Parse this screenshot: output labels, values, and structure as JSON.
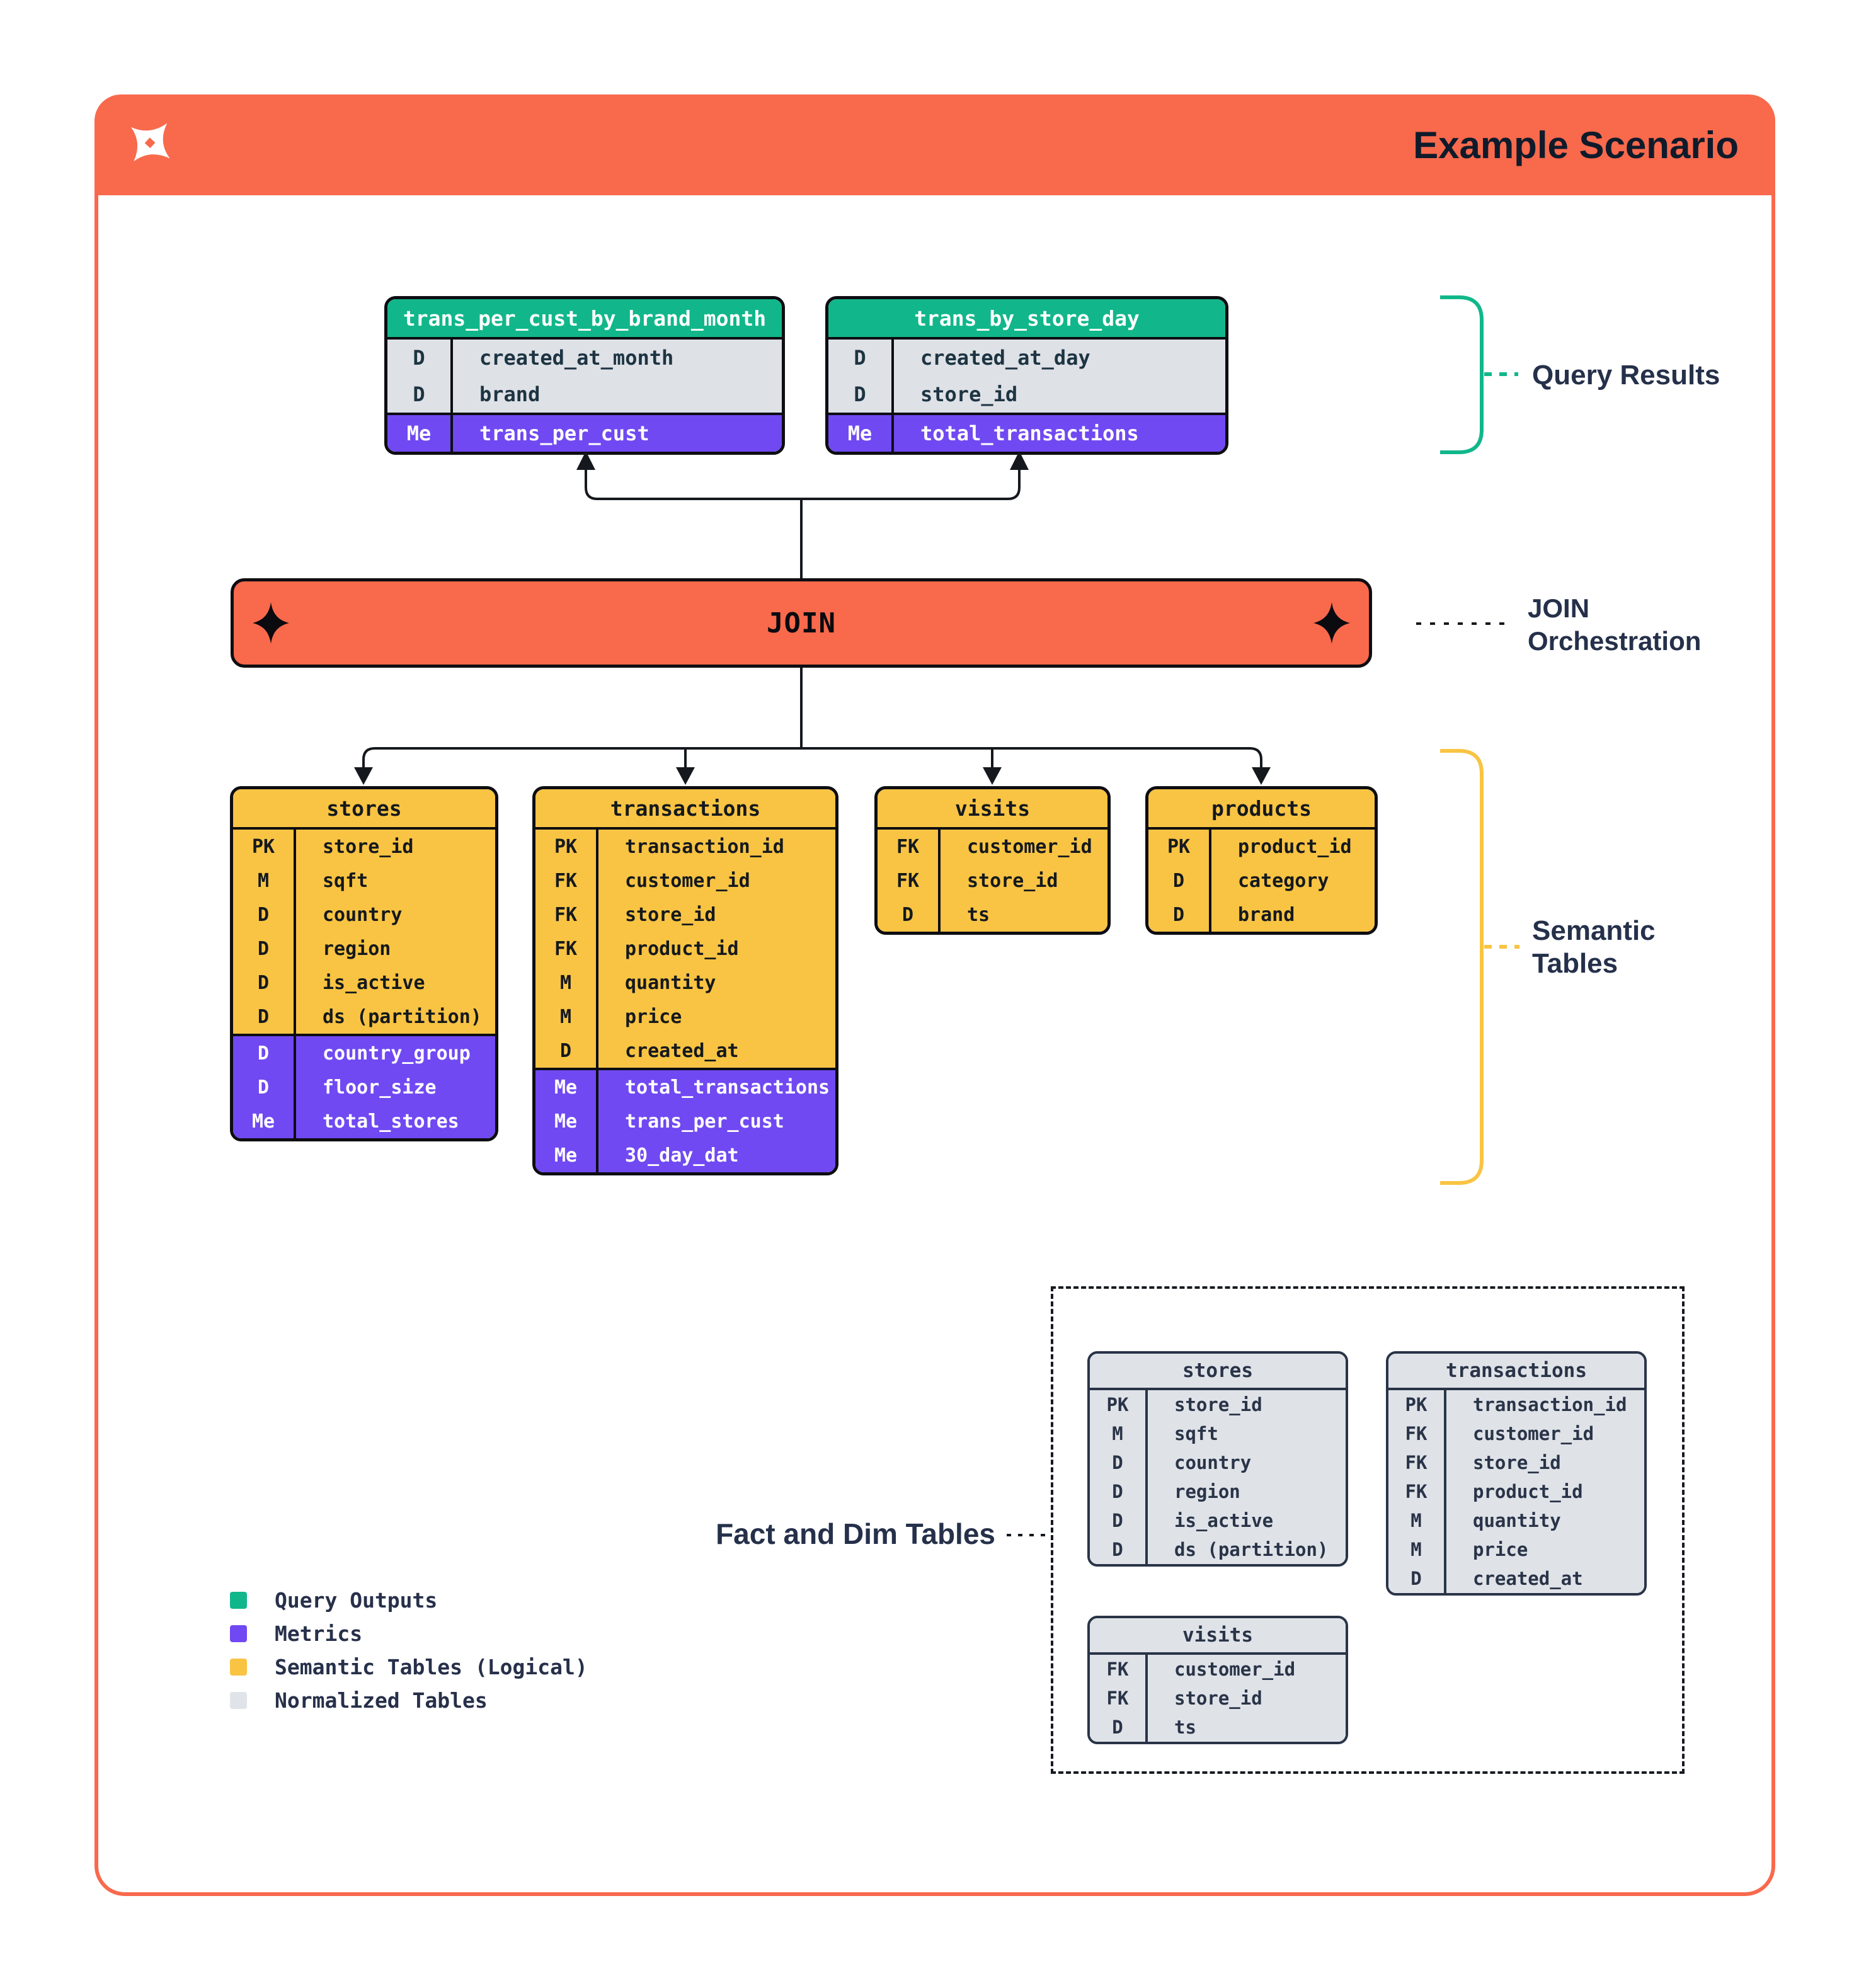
{
  "header": {
    "title": "Example Scenario"
  },
  "join_bar": {
    "label": "JOIN"
  },
  "side_labels": {
    "query_results": "Query Results",
    "join_orchestration": "JOIN\nOrchestration",
    "semantic_tables": "Semantic\nTables",
    "fact_dim": "Fact and Dim Tables"
  },
  "colors": {
    "orange": "#F9694C",
    "green": "#11B78A",
    "purple": "#7049F2",
    "yellow": "#F9C443",
    "gray_row": "#DEE1E6",
    "normalized_gray": "#E0E4E9",
    "ink": "#0D0D12",
    "navy": "#25304A"
  },
  "query_tables": [
    {
      "variant": "query",
      "title": "trans_per_cust_by_brand_month",
      "rows": [
        {
          "k": "D",
          "v": "created_at_month",
          "t": "dim"
        },
        {
          "k": "D",
          "v": "brand",
          "t": "dim"
        },
        {
          "k": "Me",
          "v": "trans_per_cust",
          "t": "metric"
        }
      ]
    },
    {
      "variant": "query",
      "title": "trans_by_store_day",
      "rows": [
        {
          "k": "D",
          "v": "created_at_day",
          "t": "dim"
        },
        {
          "k": "D",
          "v": "store_id",
          "t": "dim"
        },
        {
          "k": "Me",
          "v": "total_transactions",
          "t": "metric"
        }
      ]
    }
  ],
  "semantic_tables": [
    {
      "variant": "semantic",
      "title": "stores",
      "rows": [
        {
          "k": "PK",
          "v": "store_id",
          "t": "dim"
        },
        {
          "k": "M",
          "v": "sqft",
          "t": "dim"
        },
        {
          "k": "D",
          "v": "country",
          "t": "dim"
        },
        {
          "k": "D",
          "v": "region",
          "t": "dim"
        },
        {
          "k": "D",
          "v": "is_active",
          "t": "dim"
        },
        {
          "k": "D",
          "v": "ds (partition)",
          "t": "dim"
        },
        {
          "k": "D",
          "v": "country_group",
          "t": "metric"
        },
        {
          "k": "D",
          "v": "floor_size",
          "t": "metric"
        },
        {
          "k": "Me",
          "v": "total_stores",
          "t": "metric"
        }
      ]
    },
    {
      "variant": "semantic",
      "title": "transactions",
      "rows": [
        {
          "k": "PK",
          "v": "transaction_id",
          "t": "dim"
        },
        {
          "k": "FK",
          "v": "customer_id",
          "t": "dim"
        },
        {
          "k": "FK",
          "v": "store_id",
          "t": "dim"
        },
        {
          "k": "FK",
          "v": "product_id",
          "t": "dim"
        },
        {
          "k": "M",
          "v": "quantity",
          "t": "dim"
        },
        {
          "k": "M",
          "v": "price",
          "t": "dim"
        },
        {
          "k": "D",
          "v": "created_at",
          "t": "dim"
        },
        {
          "k": "Me",
          "v": "total_transactions",
          "t": "metric"
        },
        {
          "k": "Me",
          "v": "trans_per_cust",
          "t": "metric"
        },
        {
          "k": "Me",
          "v": "30_day_dat",
          "t": "metric"
        }
      ]
    },
    {
      "variant": "semantic",
      "title": "visits",
      "rows": [
        {
          "k": "FK",
          "v": "customer_id",
          "t": "dim"
        },
        {
          "k": "FK",
          "v": "store_id",
          "t": "dim"
        },
        {
          "k": "D",
          "v": "ts",
          "t": "dim"
        }
      ]
    },
    {
      "variant": "semantic",
      "title": "products",
      "rows": [
        {
          "k": "PK",
          "v": "product_id",
          "t": "dim"
        },
        {
          "k": "D",
          "v": "category",
          "t": "dim"
        },
        {
          "k": "D",
          "v": "brand",
          "t": "dim"
        }
      ]
    }
  ],
  "normalized_tables": [
    {
      "variant": "normalized",
      "title": "stores",
      "rows": [
        {
          "k": "PK",
          "v": "store_id",
          "t": "dim"
        },
        {
          "k": "M",
          "v": "sqft",
          "t": "dim"
        },
        {
          "k": "D",
          "v": "country",
          "t": "dim"
        },
        {
          "k": "D",
          "v": "region",
          "t": "dim"
        },
        {
          "k": "D",
          "v": "is_active",
          "t": "dim"
        },
        {
          "k": "D",
          "v": "ds (partition)",
          "t": "dim"
        }
      ]
    },
    {
      "variant": "normalized",
      "title": "transactions",
      "rows": [
        {
          "k": "PK",
          "v": "transaction_id",
          "t": "dim"
        },
        {
          "k": "FK",
          "v": "customer_id",
          "t": "dim"
        },
        {
          "k": "FK",
          "v": "store_id",
          "t": "dim"
        },
        {
          "k": "FK",
          "v": "product_id",
          "t": "dim"
        },
        {
          "k": "M",
          "v": "quantity",
          "t": "dim"
        },
        {
          "k": "M",
          "v": "price",
          "t": "dim"
        },
        {
          "k": "D",
          "v": "created_at",
          "t": "dim"
        }
      ]
    },
    {
      "variant": "normalized",
      "title": "visits",
      "rows": [
        {
          "k": "FK",
          "v": "customer_id",
          "t": "dim"
        },
        {
          "k": "FK",
          "v": "store_id",
          "t": "dim"
        },
        {
          "k": "D",
          "v": "ts",
          "t": "dim"
        }
      ]
    }
  ],
  "legend": [
    {
      "label": "Query Outputs",
      "color": "#11B78A"
    },
    {
      "label": "Metrics",
      "color": "#7049F2"
    },
    {
      "label": "Semantic Tables (Logical)",
      "color": "#F9C443"
    },
    {
      "label": "Normalized Tables",
      "color": "#E0E4E9"
    }
  ]
}
